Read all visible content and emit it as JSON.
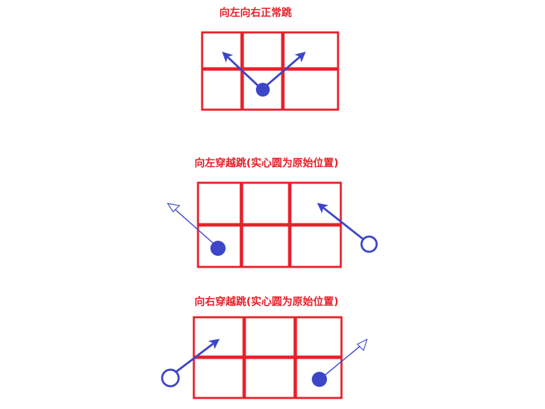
{
  "diagrams": [
    {
      "title": "向左向右正常跳"
    },
    {
      "title": "向左穿越跳(实心圆为原始位置)"
    },
    {
      "title": "向右穿越跳(实心圆为原始位置)"
    }
  ],
  "colors": {
    "grid": "#e8202a",
    "title": "#e8202a",
    "marker": "#3d46c8"
  }
}
